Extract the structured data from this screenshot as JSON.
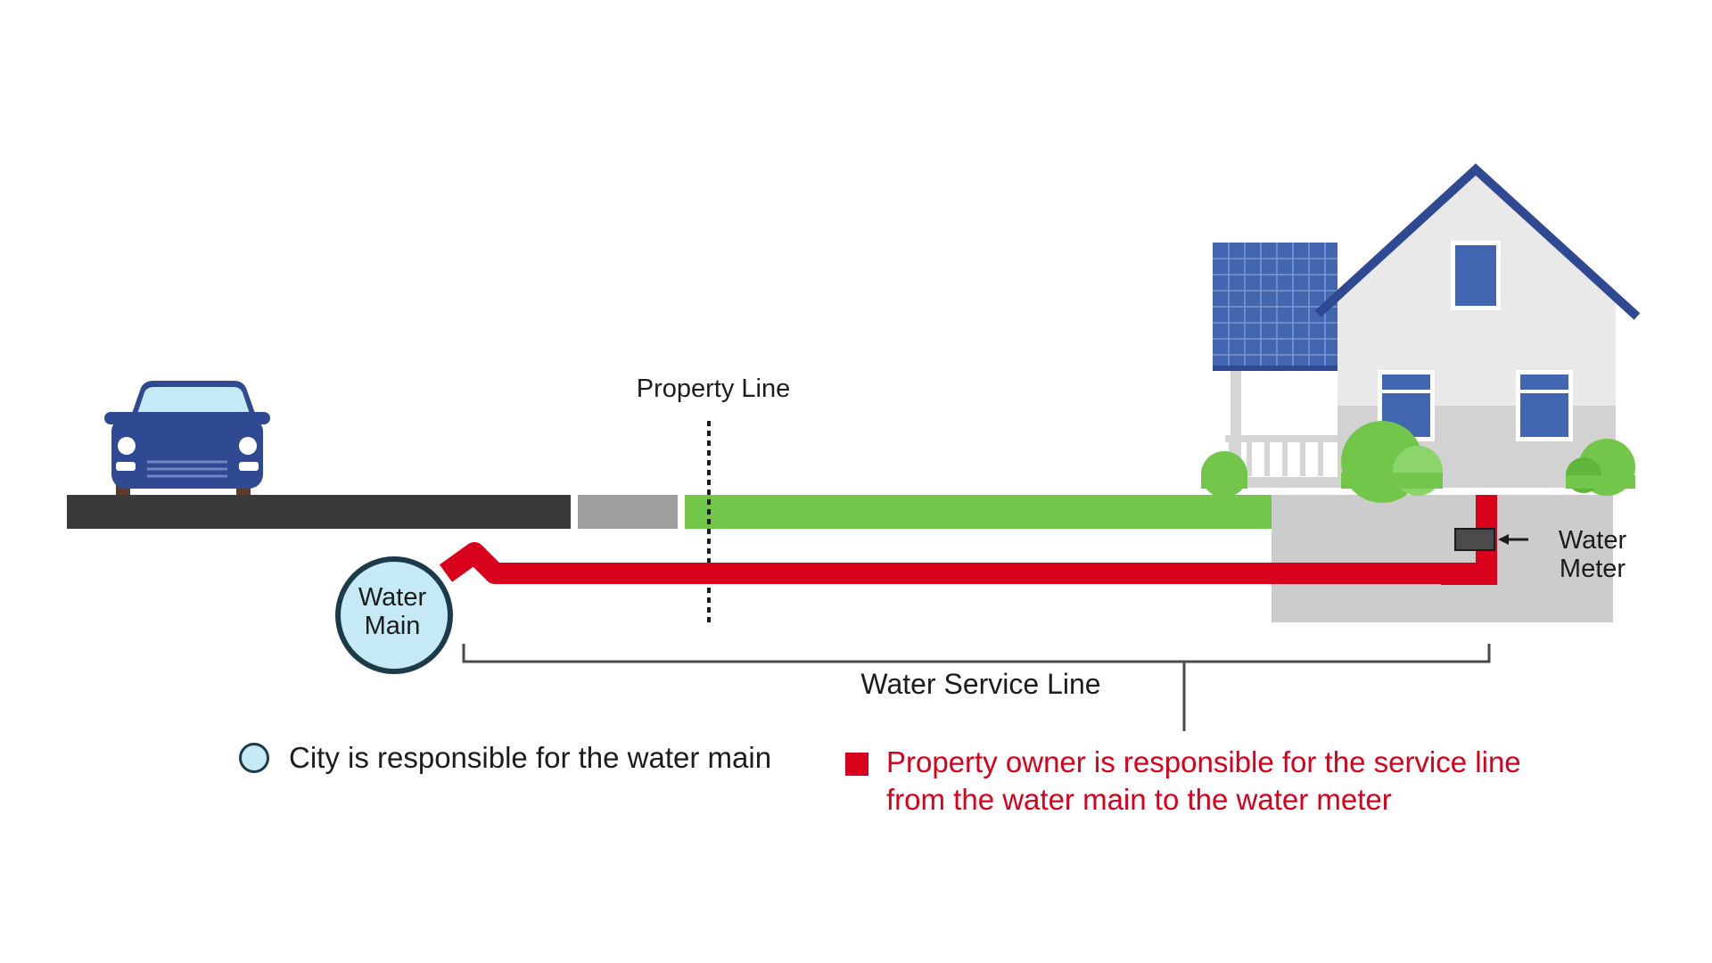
{
  "labels": {
    "property_line": "Property Line",
    "water_main": [
      "Water",
      "Main"
    ],
    "water_meter": [
      "Water",
      "Meter"
    ],
    "water_service_line": "Water Service Line"
  },
  "legend": {
    "city": "City is responsible for the water main",
    "owner": "Property owner is responsible for the service line from the water main to the water meter"
  },
  "colors": {
    "road": "#3a3a3a",
    "sidewalk": "#9e9e9e",
    "lawn": "#72c74b",
    "service_pipe": "#d9001b",
    "water_main_fill": "#c6e9f6",
    "house_roof": "#2f4a93",
    "solar_panel": "#4366b0",
    "car": "#2f4a93",
    "ground_block": "#cccccc"
  }
}
